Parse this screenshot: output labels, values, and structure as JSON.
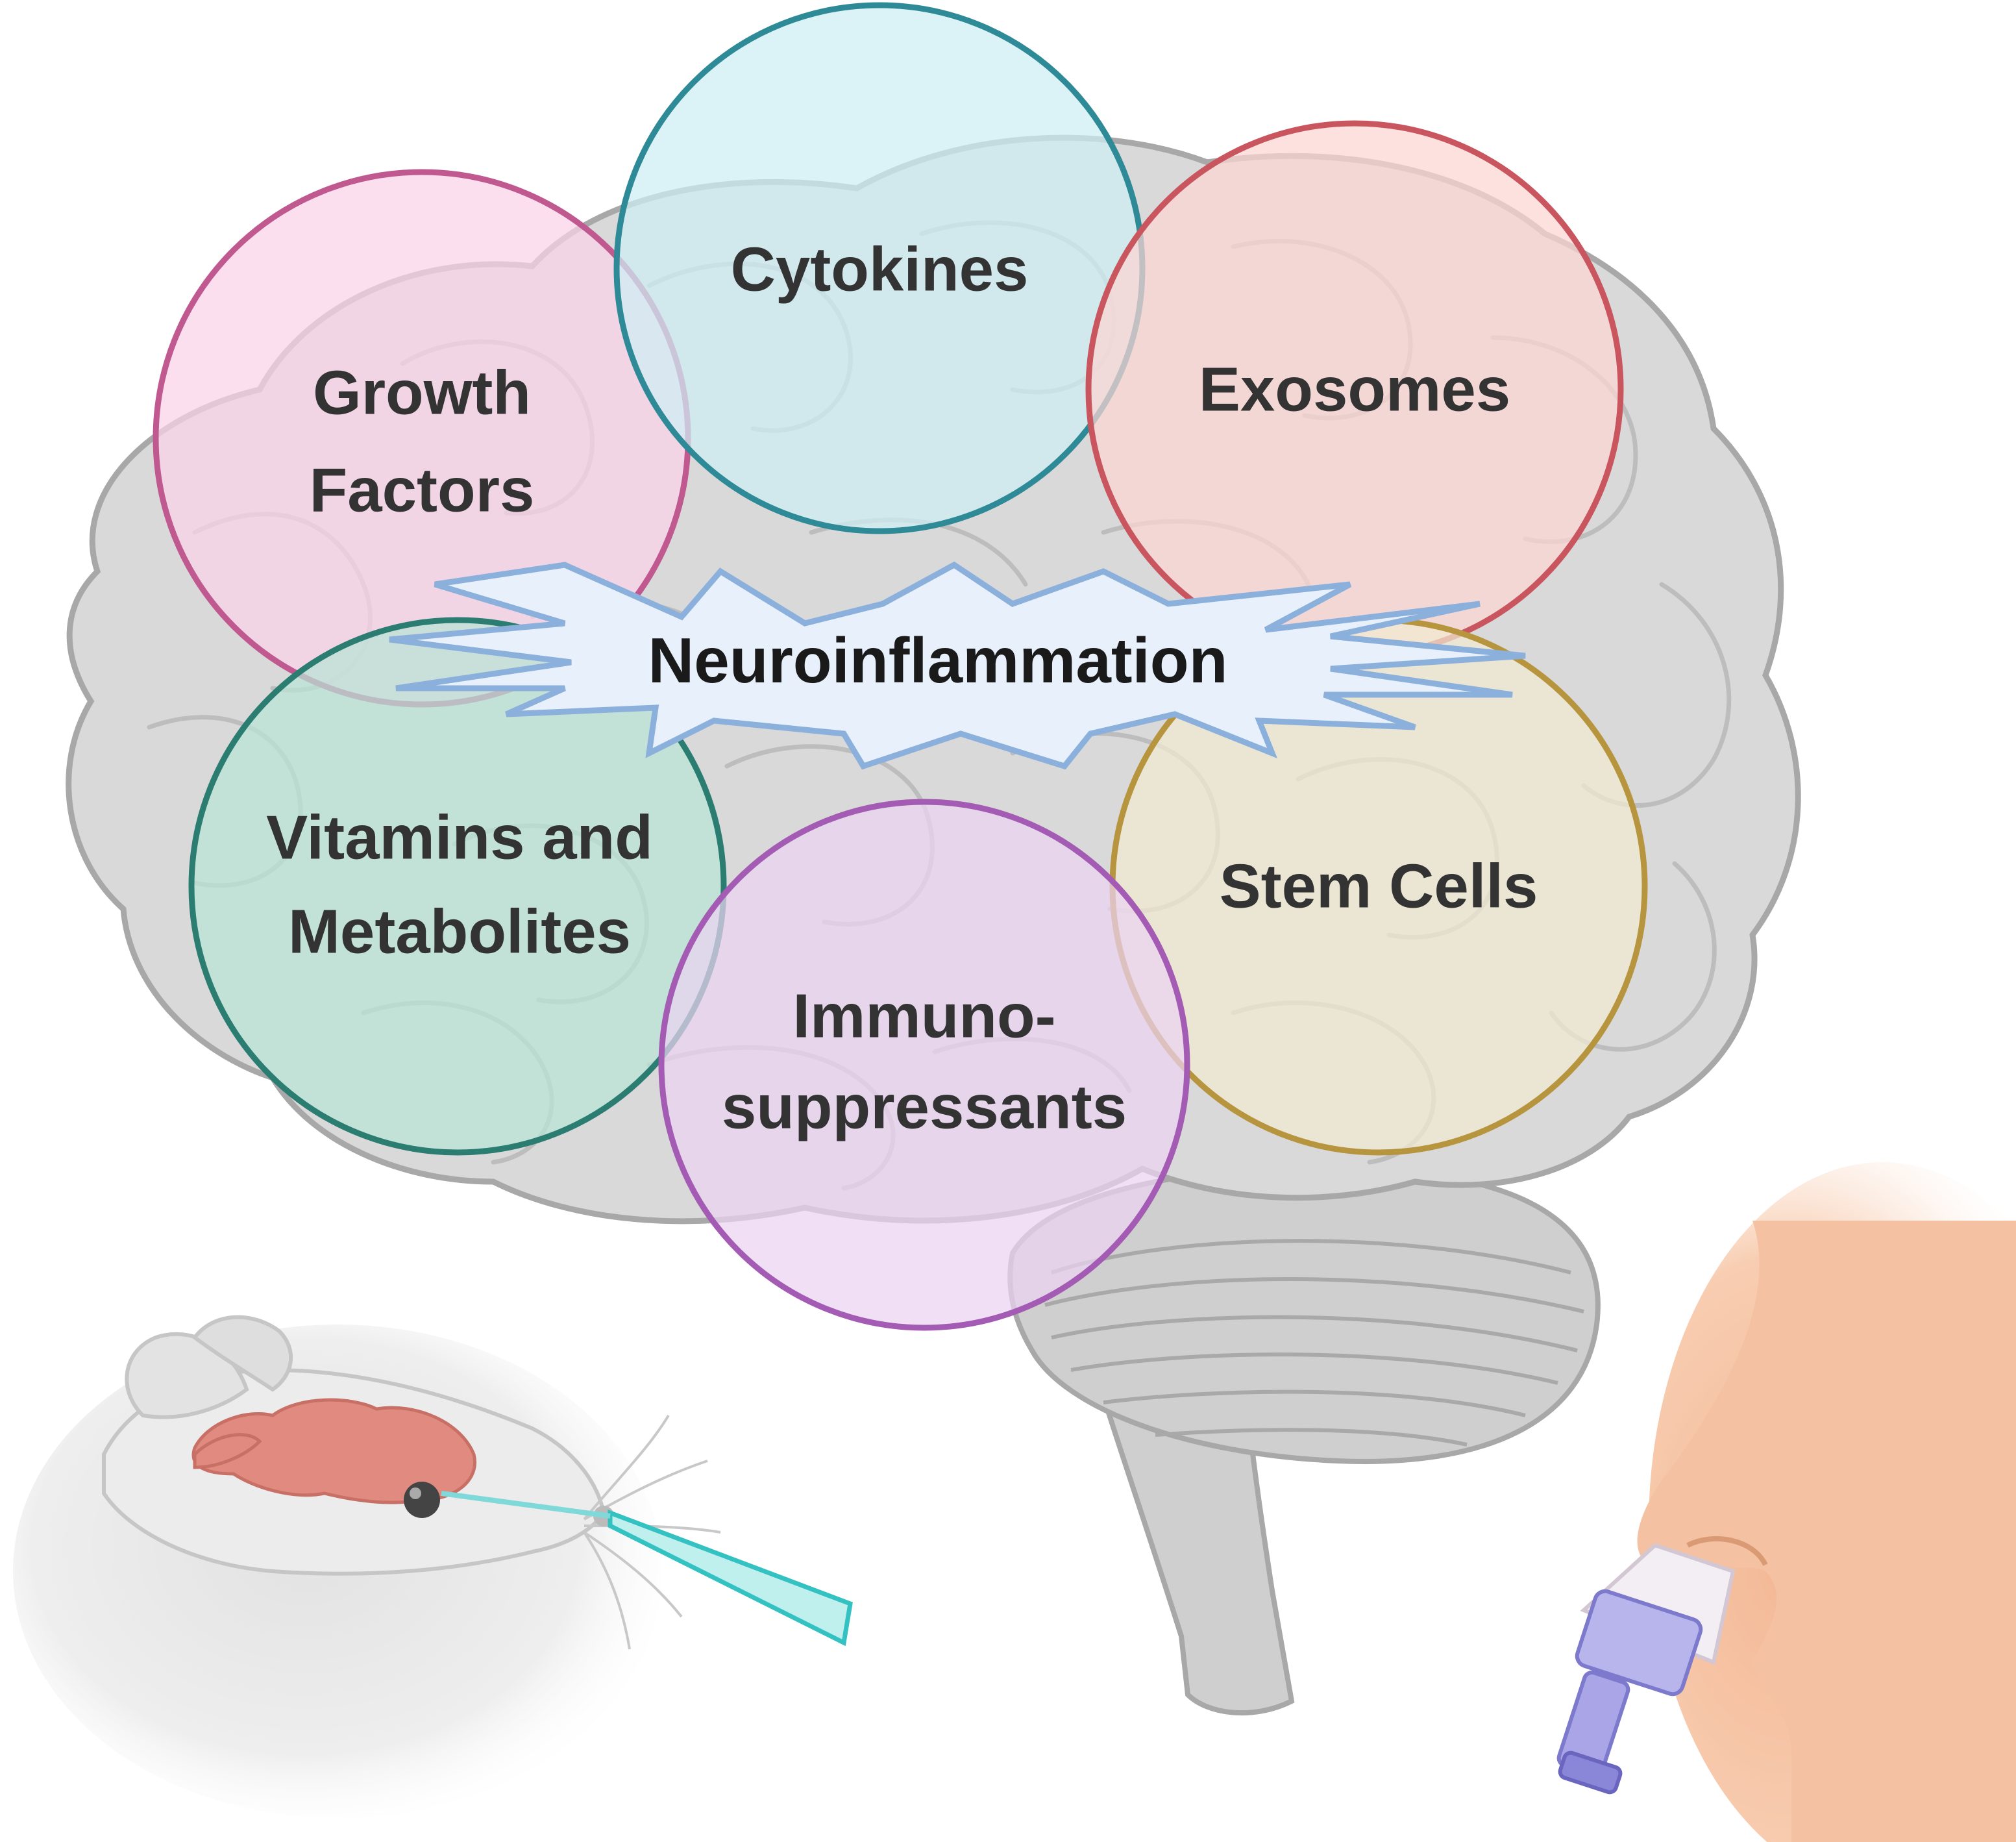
{
  "diagram": {
    "center": {
      "label": "Neuroinflammation",
      "fill": "#e8f1fb",
      "stroke": "#8bb0dc"
    },
    "nodes": [
      {
        "id": "growth-factors",
        "lines": [
          "Growth",
          "Factors"
        ],
        "fill": "#fbd3e9",
        "stroke": "#c0598f"
      },
      {
        "id": "cytokines",
        "lines": [
          "Cytokines"
        ],
        "fill": "#cdeef4",
        "stroke": "#2e8a96"
      },
      {
        "id": "exosomes",
        "lines": [
          "Exosomes"
        ],
        "fill": "#fcd6d2",
        "stroke": "#c9555e"
      },
      {
        "id": "vitamins-metabolites",
        "lines": [
          "Vitamins and",
          "Metabolites"
        ],
        "fill": "#b9e3d6",
        "stroke": "#2a7d70"
      },
      {
        "id": "immunosuppressants",
        "lines": [
          "Immuno-",
          "suppressants"
        ],
        "fill": "#ead3f1",
        "stroke": "#a45bb3"
      },
      {
        "id": "stem-cells",
        "lines": [
          "Stem Cells"
        ],
        "fill": "#f1ead0",
        "stroke": "#b7953f"
      }
    ],
    "colors": {
      "brain_fill": "#d9d9d9",
      "brain_stroke": "#a8a8a8",
      "mouse_brain": "#e08a80",
      "pipette": "#33c1c1",
      "nose_skin": "#f3b895",
      "nasal_device": "#8a86d8"
    },
    "icons": [
      "brain-illustration",
      "mouse-icon",
      "pipette-icon",
      "nose-icon",
      "nasal-spray-icon"
    ]
  }
}
